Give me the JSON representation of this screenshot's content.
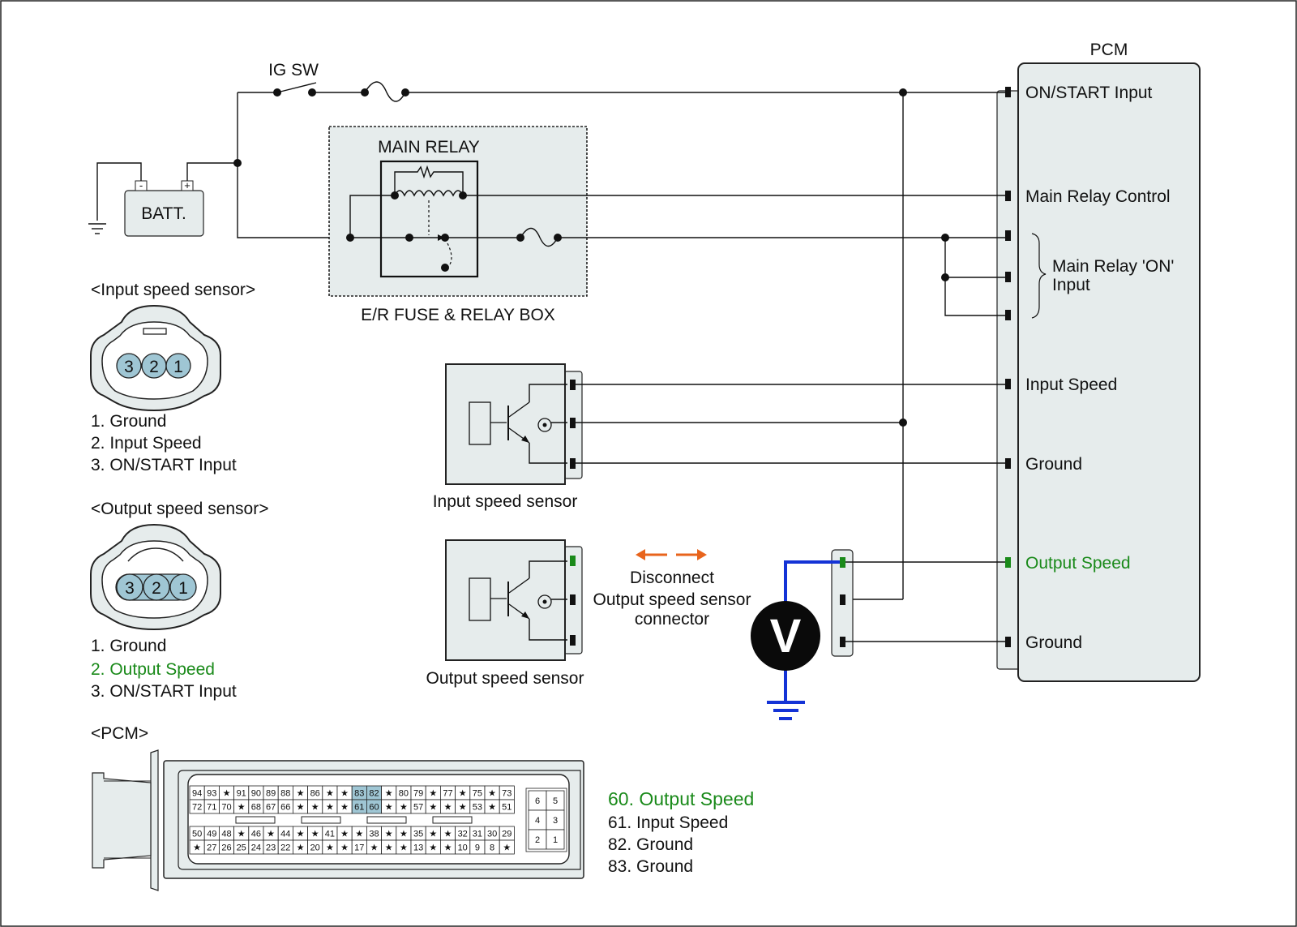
{
  "colors": {
    "highlight": "#1a8a1a",
    "meter_lead": "#1433d6",
    "arrow": "#e8641c",
    "box_fill": "#e6ecec",
    "pin_highlight": "#9fc6d4"
  },
  "circuit": {
    "ig_sw": "IG SW",
    "battery": "BATT.",
    "battery_minus": "-",
    "battery_plus": "+",
    "main_relay": "MAIN RELAY",
    "fuse_box": "E/R FUSE & RELAY BOX",
    "input_sensor_caption": "Input speed sensor",
    "output_sensor_caption": "Output speed sensor",
    "disconnect_lines": [
      "Disconnect",
      "Output speed sensor",
      "connector"
    ],
    "voltmeter": "V"
  },
  "pcm": {
    "title": "PCM",
    "terminals": {
      "on_start": "ON/START Input",
      "main_relay_control": "Main Relay Control",
      "main_relay_on_1": "Main Relay 'ON'",
      "main_relay_on_2": "Input",
      "input_speed": "Input Speed",
      "ground1": "Ground",
      "output_speed": "Output Speed",
      "ground2": "Ground"
    }
  },
  "input_connector": {
    "title": "<Input speed sensor>",
    "pins": [
      "3",
      "2",
      "1"
    ],
    "legend": [
      "1. Ground",
      "2. Input Speed",
      "3. ON/START Input"
    ]
  },
  "output_connector": {
    "title": "<Output speed sensor>",
    "pins": [
      "3",
      "2",
      "1"
    ],
    "legend": [
      "1. Ground",
      "2. Output Speed",
      "3. ON/START Input"
    ]
  },
  "pcm_connector": {
    "title": "<PCM>",
    "rows": [
      [
        "94",
        "93",
        "★",
        "91",
        "90",
        "89",
        "88",
        "★",
        "86",
        "★",
        "★",
        "83",
        "82",
        "★",
        "80",
        "79",
        "★",
        "77",
        "★",
        "75",
        "★",
        "73"
      ],
      [
        "72",
        "71",
        "70",
        "★",
        "68",
        "67",
        "66",
        "★",
        "★",
        "★",
        "★",
        "61",
        "60",
        "★",
        "★",
        "57",
        "★",
        "★",
        "★",
        "53",
        "★",
        "51"
      ],
      [
        "50",
        "49",
        "48",
        "★",
        "46",
        "★",
        "44",
        "★",
        "★",
        "41",
        "★",
        "★",
        "38",
        "★",
        "★",
        "35",
        "★",
        "★",
        "32",
        "31",
        "30",
        "29"
      ],
      [
        "★",
        "27",
        "26",
        "25",
        "24",
        "23",
        "22",
        "★",
        "20",
        "★",
        "★",
        "17",
        "★",
        "★",
        "★",
        "13",
        "★",
        "★",
        "10",
        "9",
        "8",
        "★"
      ]
    ],
    "small_block": [
      [
        "6",
        "5"
      ],
      [
        "4",
        "3"
      ],
      [
        "2",
        "1"
      ]
    ],
    "highlighted_pins": [
      "83",
      "82",
      "61",
      "60"
    ],
    "legend": [
      "60. Output Speed",
      "61. Input Speed",
      "82. Ground",
      "83. Ground"
    ]
  }
}
